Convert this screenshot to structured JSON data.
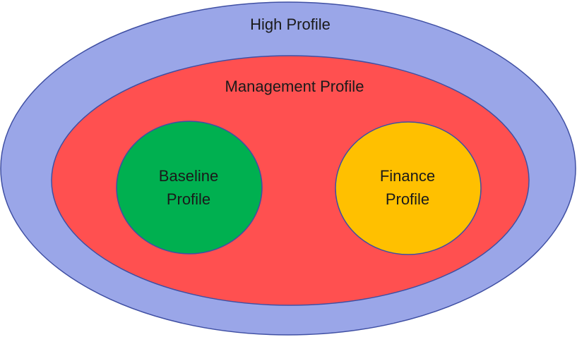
{
  "profiles": {
    "high": {
      "label": "High Profile",
      "color": "#9aa6e8"
    },
    "management": {
      "label": "Management Profile",
      "color": "#ff5050"
    },
    "baseline": {
      "label_line1": "Baseline",
      "label_line2": "Profile",
      "color": "#00b050"
    },
    "finance": {
      "label_line1": "Finance",
      "label_line2": "Profile",
      "color": "#ffc000"
    }
  },
  "border_color": "#3f4fa3"
}
